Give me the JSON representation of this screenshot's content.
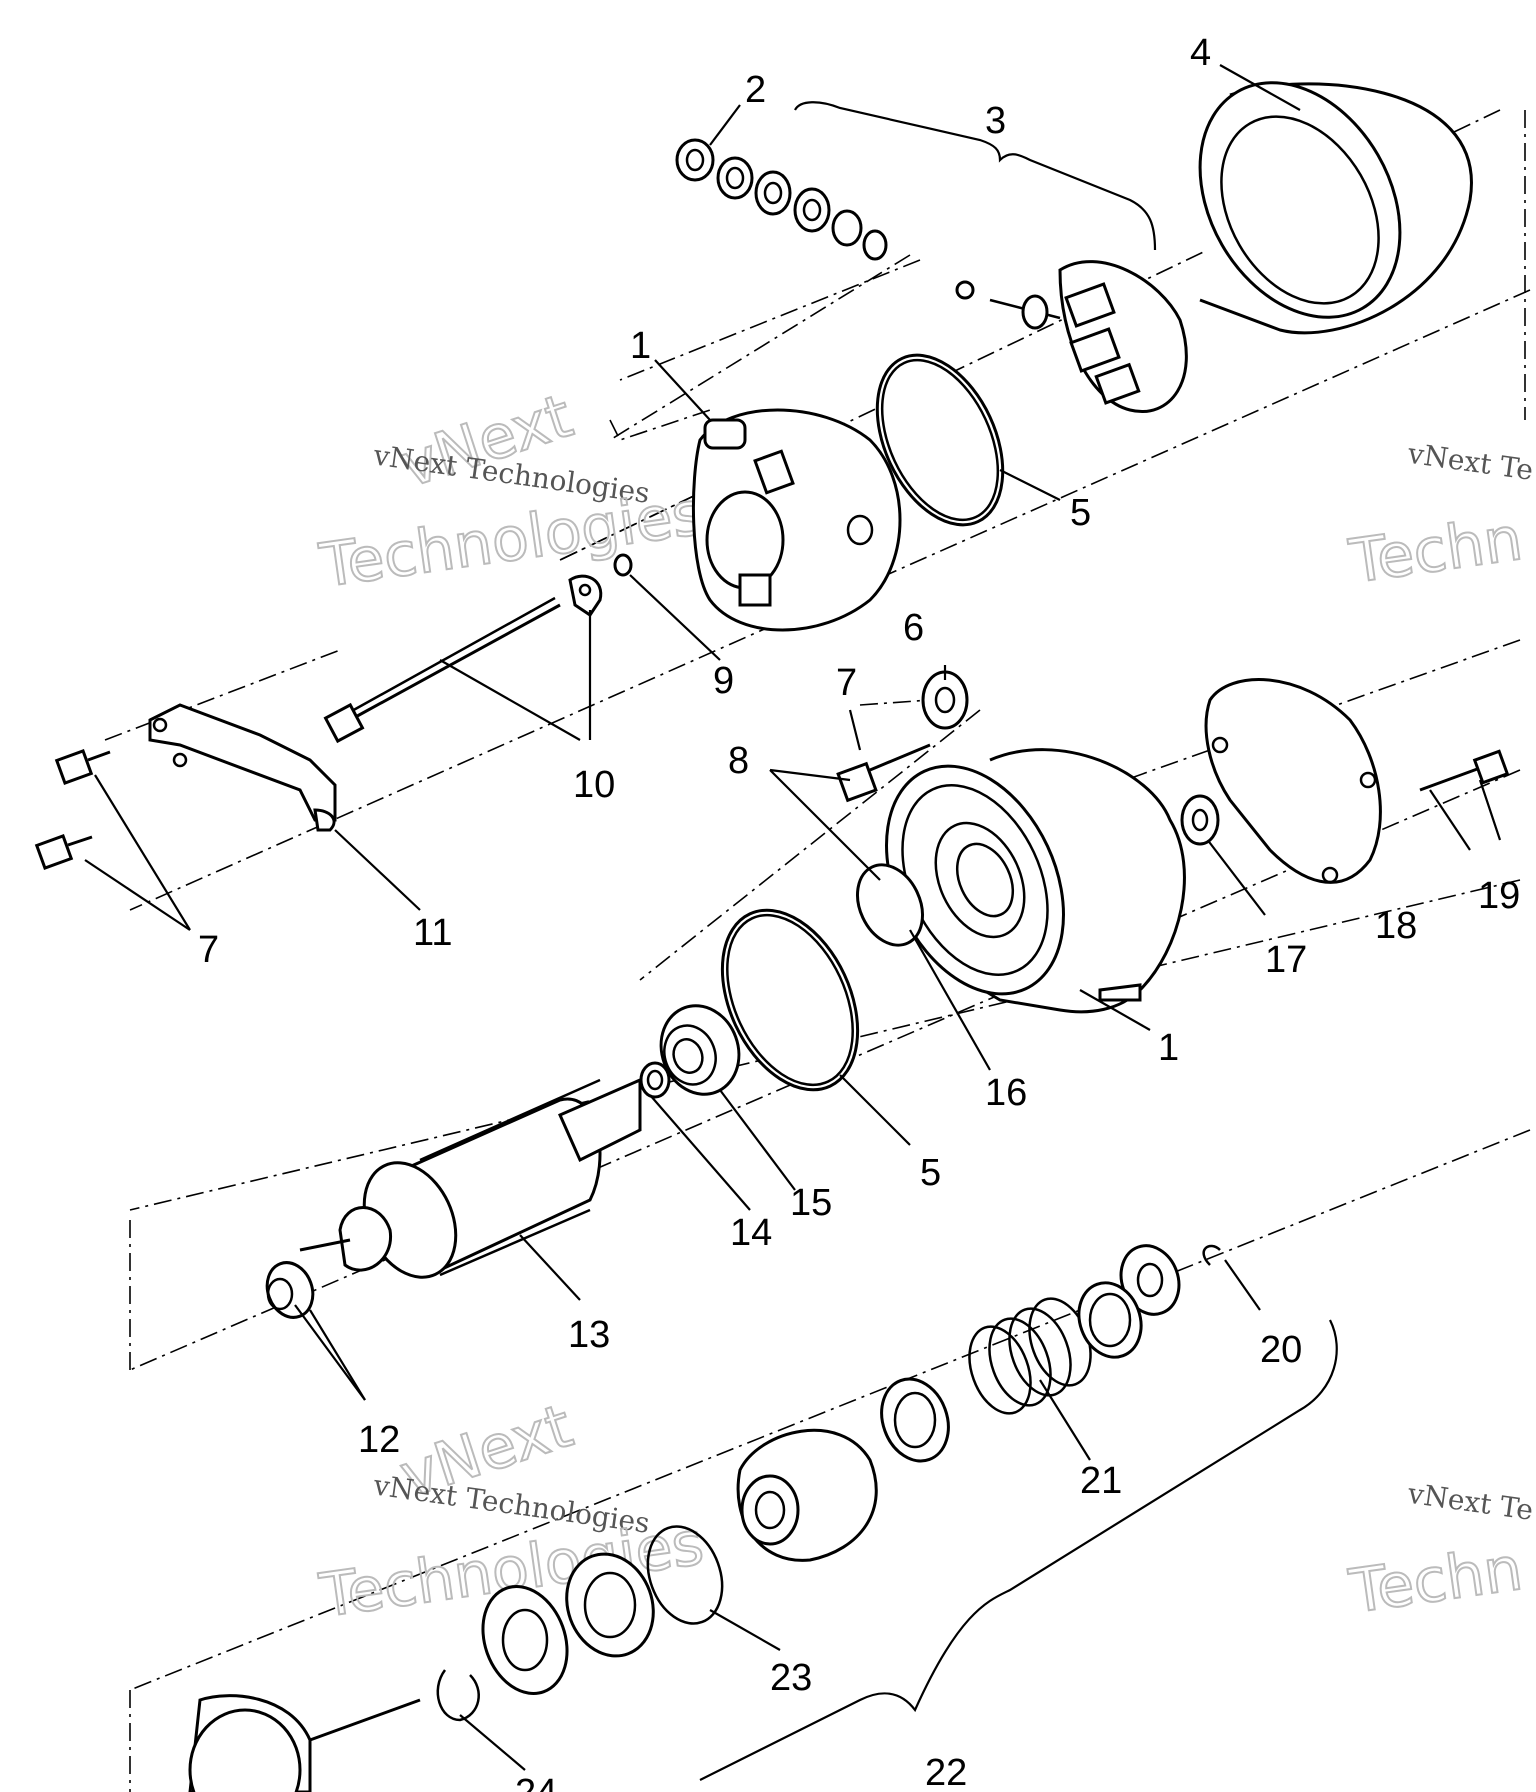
{
  "callouts": {
    "c1a": "1",
    "c1b": "1",
    "c2": "2",
    "c3": "3",
    "c4": "4",
    "c5a": "5",
    "c5b": "5",
    "c6": "6",
    "c7a": "7",
    "c7b": "7",
    "c8": "8",
    "c9": "9",
    "c10": "10",
    "c11": "11",
    "c12": "12",
    "c13": "13",
    "c14": "14",
    "c15": "15",
    "c16": "16",
    "c17": "17",
    "c18": "18",
    "c19": "19",
    "c20": "20",
    "c21": "21",
    "c22": "22",
    "c23": "23",
    "c24": "24"
  },
  "watermark": {
    "line1": "vNext Technologies",
    "big_top": "vNext",
    "big_bottom": "Technologies",
    "edge1": "vNext Te",
    "edge_big": "Techn"
  }
}
